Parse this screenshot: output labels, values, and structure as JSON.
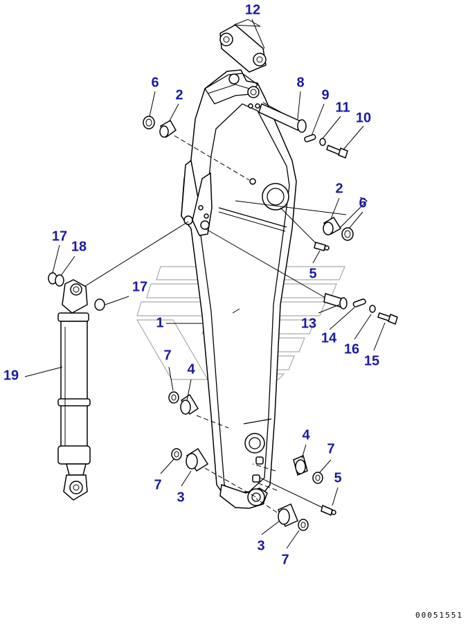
{
  "callouts": {
    "c12": "12",
    "c6a": "6",
    "c2a": "2",
    "c8": "8",
    "c9": "9",
    "c11": "11",
    "c10": "10",
    "c2b": "2",
    "c6b": "6",
    "c17a": "17",
    "c18": "18",
    "c5a": "5",
    "c17b": "17",
    "c13": "13",
    "c1": "1",
    "c14": "14",
    "c16": "16",
    "c15": "15",
    "c19": "19",
    "c7a": "7",
    "c4a": "4",
    "c4b": "4",
    "c7b": "7",
    "c7c": "7",
    "c5b": "5",
    "c3a": "3",
    "c3b": "3",
    "c7d": "7"
  },
  "drawing_code": "00051551"
}
